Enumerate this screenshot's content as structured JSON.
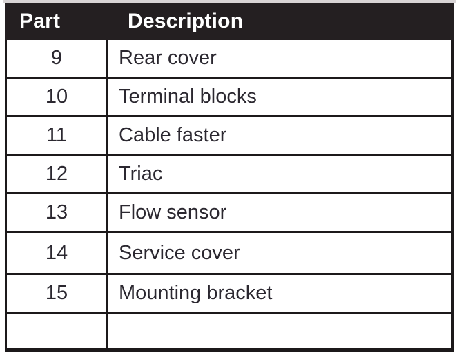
{
  "table": {
    "columns": {
      "part_label": "Part",
      "description_label": "Description"
    },
    "rows": [
      {
        "part": "9",
        "description": "Rear cover"
      },
      {
        "part": "10",
        "description": "Terminal blocks"
      },
      {
        "part": "11",
        "description": "Cable faster"
      },
      {
        "part": "12",
        "description": "Triac"
      },
      {
        "part": "13",
        "description": "Flow sensor"
      },
      {
        "part": "14",
        "description": "Service cover"
      },
      {
        "part": "15",
        "description": "Mounting bracket"
      },
      {
        "part": "",
        "description": ""
      }
    ],
    "colors": {
      "header_bg": "#241f21",
      "header_text": "#ffffff",
      "border": "#1c191a",
      "body_text": "#2b2830",
      "top_strip": "#d8d4d5"
    }
  }
}
